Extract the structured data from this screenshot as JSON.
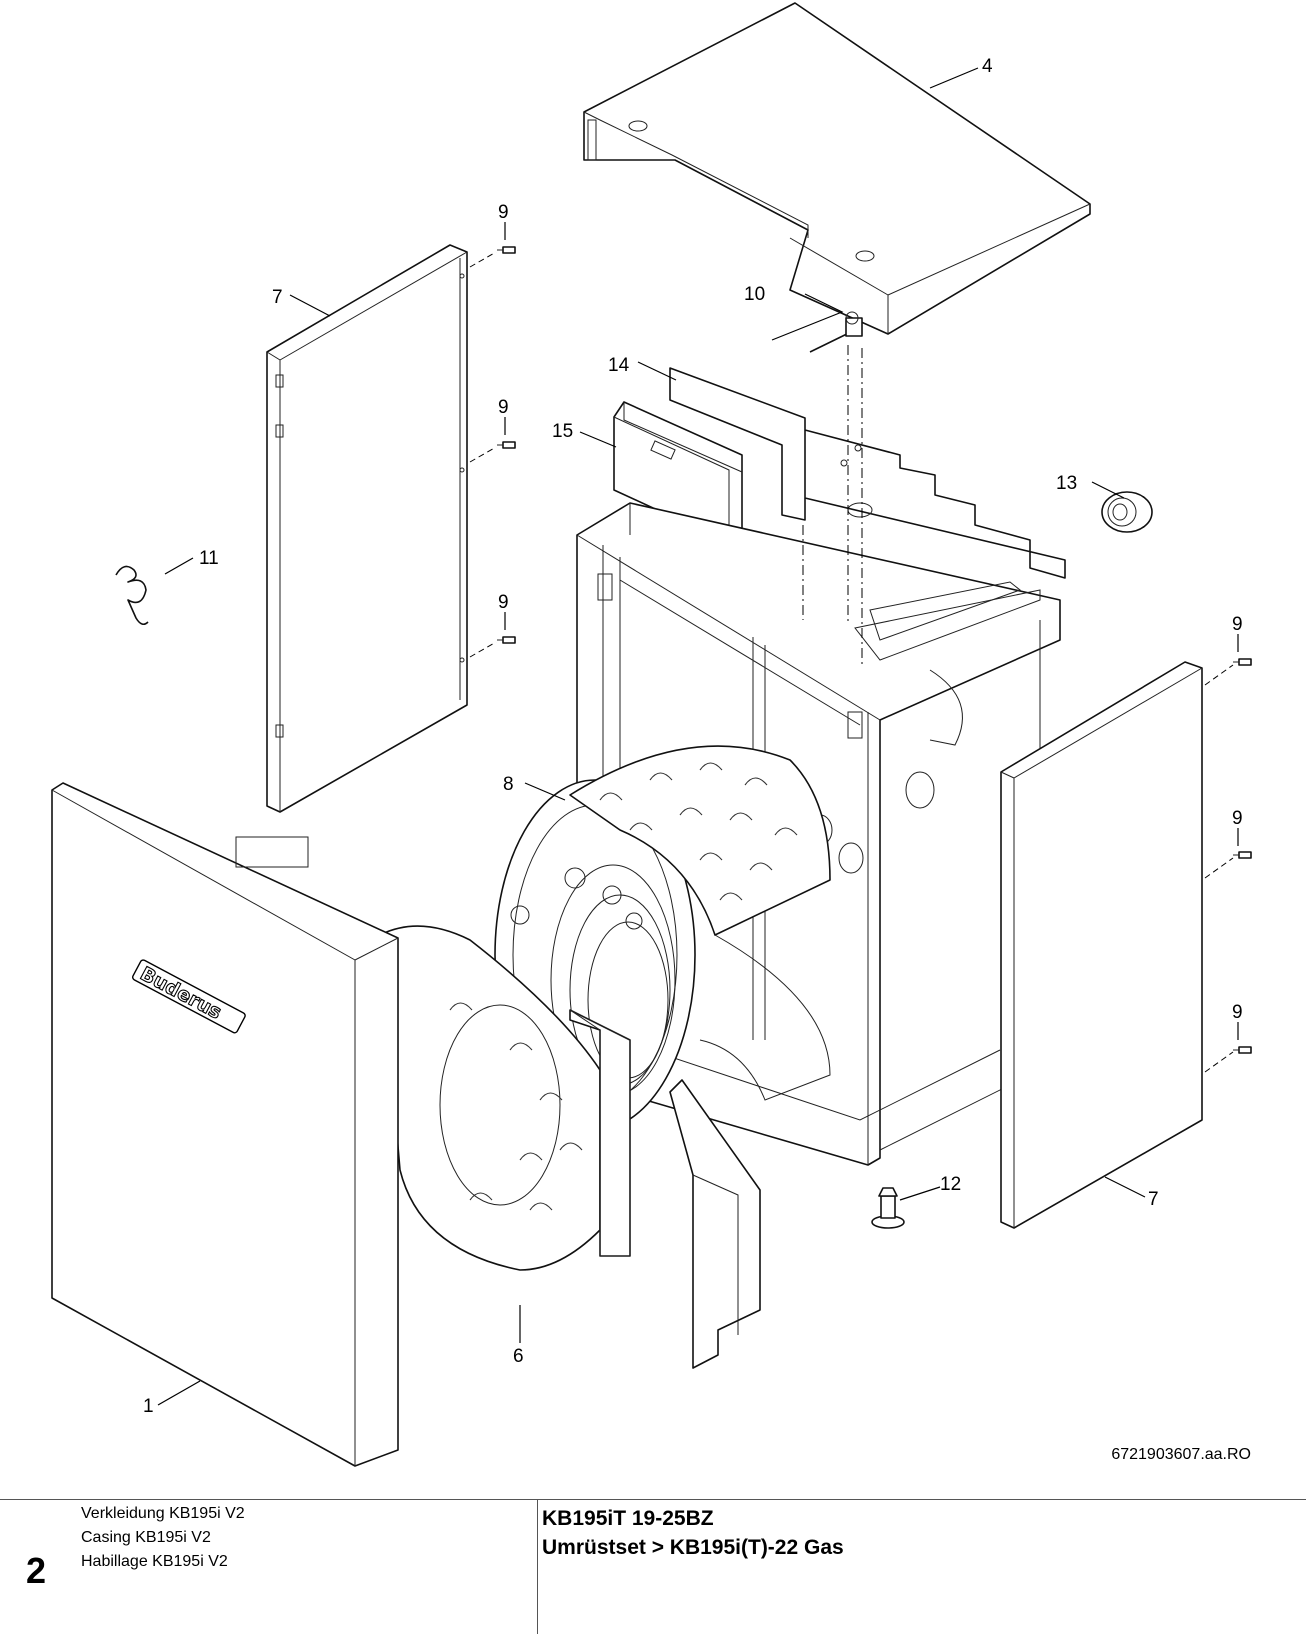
{
  "callouts": {
    "c1": "1",
    "c4": "4",
    "c6": "6",
    "c7a": "7",
    "c7b": "7",
    "c8": "8",
    "c9a": "9",
    "c9b": "9",
    "c9c": "9",
    "c9d": "9",
    "c9e": "9",
    "c9f": "9",
    "c10": "10",
    "c11": "11",
    "c12": "12",
    "c13": "13",
    "c14": "14",
    "c15": "15"
  },
  "brand_logo": "Buderus",
  "drawing_ref": "6721903607.aa.RO",
  "footer": {
    "page_number": "2",
    "descriptions": [
      "Verkleidung KB195i V2",
      "Casing KB195i V2",
      "Habillage KB195i V2"
    ],
    "model": "KB195iT 19-25BZ",
    "kit": "Umrüstset > KB195i(T)-22 Gas"
  }
}
